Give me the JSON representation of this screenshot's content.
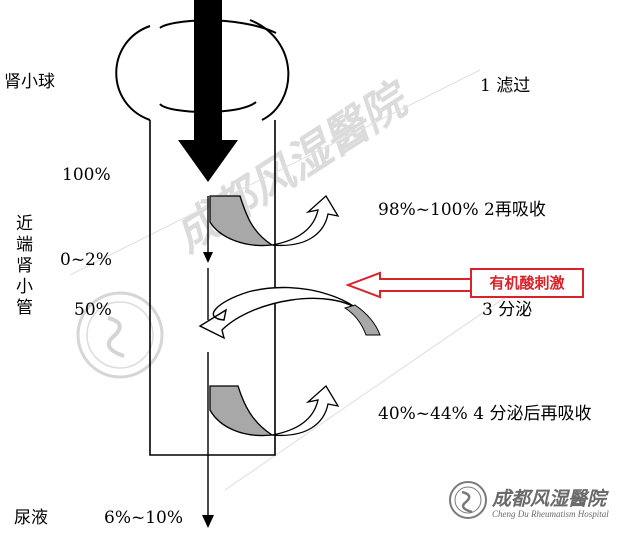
{
  "labels": {
    "glomerulus": "肾小球",
    "tubule_vertical": [
      "近",
      "端",
      "肾",
      "小",
      "管"
    ],
    "urine": "尿液",
    "pct_100": "100%",
    "pct_0_2": "0~2%",
    "pct_50": "50%",
    "pct_6_10": "6%~10%"
  },
  "steps": {
    "filtration": "1  滤过",
    "reabsorption": "98%~100% 2再吸收",
    "secretion": "3  分泌",
    "post_secretion": "40%~44%  4 分泌后再吸收"
  },
  "stimulus": {
    "label": "有机酸刺激",
    "color": "#d9222a"
  },
  "watermark": {
    "main": "成都风湿醫院",
    "logo_name": "成都风湿醫院",
    "logo_sub": "Cheng Du Rheumatism Hospital"
  }
}
